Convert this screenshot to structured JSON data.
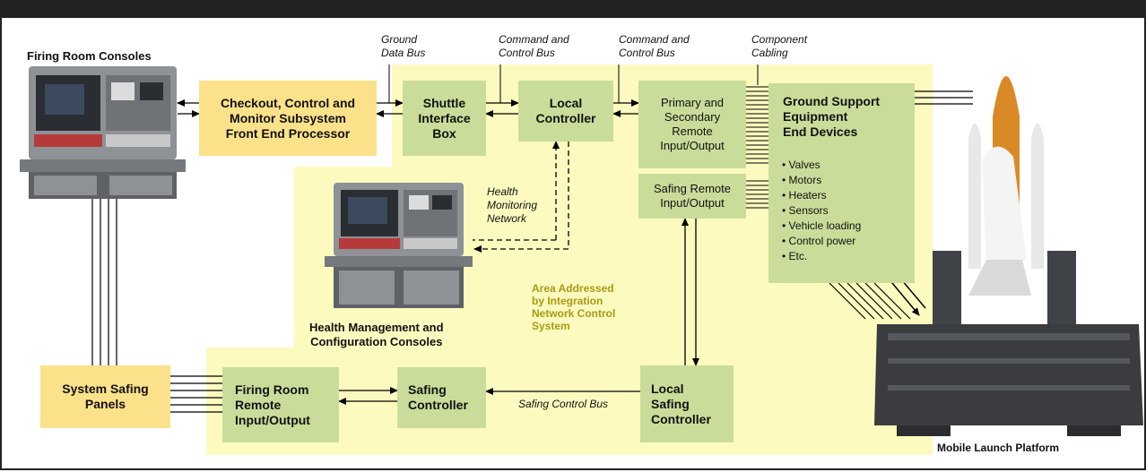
{
  "labels": {
    "firing_room_consoles": "Firing Room Consoles",
    "ground_data_bus": "Ground\nData Bus",
    "command_control_bus_1": "Command and\nControl Bus",
    "command_control_bus_2": "Command and\nControl Bus",
    "component_cabling": "Component\nCabling",
    "health_monitoring_network": "Health\nMonitoring\nNetwork",
    "health_mgmt_consoles": "Health Management and\nConfiguration Consoles",
    "area_note": "Area Addressed\nby Integration\nNetwork Control\nSystem",
    "safing_control_bus": "Safing Control Bus",
    "mobile_launch_platform": "Mobile Launch Platform"
  },
  "boxes": {
    "front_end_processor": "Checkout, Control and\nMonitor Subsystem\nFront End Processor",
    "shuttle_interface_box": "Shuttle\nInterface\nBox",
    "local_controller": "Local\nController",
    "primary_secondary_rio": "Primary and\nSecondary\nRemote\nInput/Output",
    "safing_rio": "Safing Remote\nInput/Output",
    "gse_title": "Ground Support\nEquipment\nEnd Devices",
    "system_safing_panels": "System Safing\nPanels",
    "firing_room_rio": "Firing Room\nRemote\nInput/Output",
    "safing_controller": "Safing\nController",
    "local_safing_controller": "Local\nSafing\nController"
  },
  "gse_items": [
    "Valves",
    "Motors",
    "Heaters",
    "Sensors",
    "Vehicle loading",
    "Control power",
    "Etc."
  ]
}
